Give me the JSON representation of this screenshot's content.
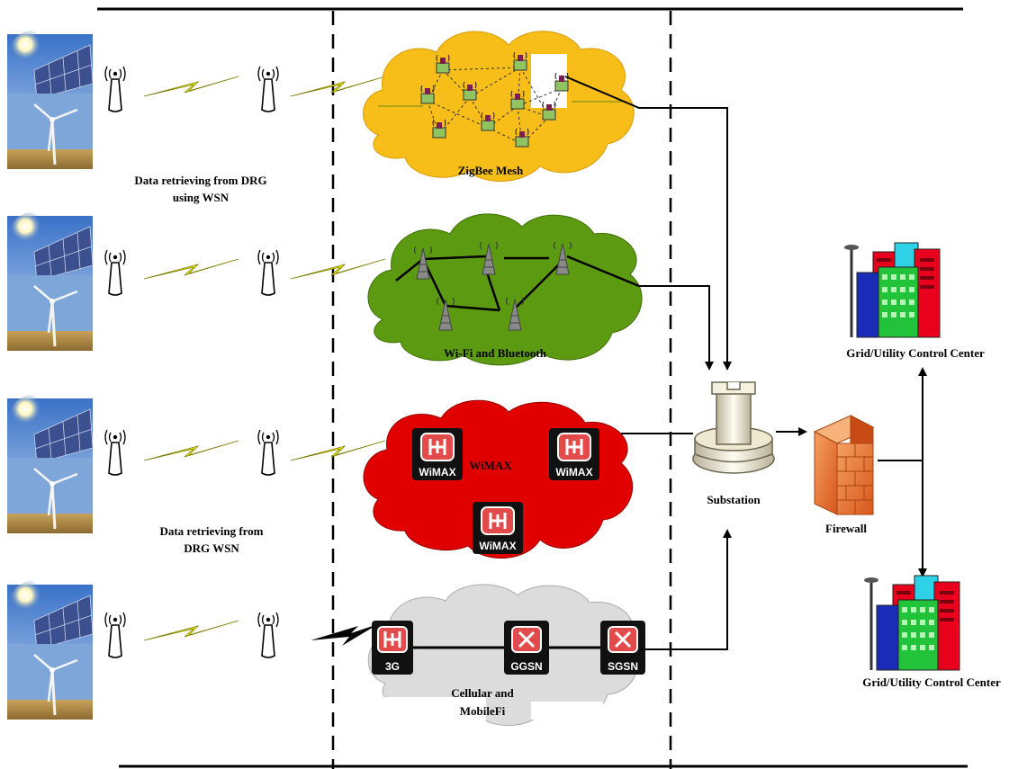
{
  "labels": {
    "zigbee": "ZigBee Mesh",
    "wifi": "Wi-Fi and Bluetooth",
    "wimax": "WiMAX",
    "cellular_line1": "Cellular and",
    "cellular_line2": "MobileFi",
    "substation": "Substation",
    "firewall": "Firewall",
    "control_center_top": "Grid/Utility Control Center",
    "control_center_bottom": "Grid/Utility Control Center",
    "drg_top_line1": "Data retrieving from DRG",
    "drg_top_line2": "using WSN",
    "drg_mid_line1": "Data retrieving from",
    "drg_mid_line2": "DRG WSN"
  },
  "device_tags": {
    "wimax": "WiMAX",
    "g3": "3G",
    "ggsn": "GGSN",
    "sgsn": "SGSN"
  },
  "colors": {
    "zigbee_cloud": "#f7be1a",
    "wifi_cloud": "#5c9a12",
    "wimax_cloud": "#e00000",
    "cellular_cloud": "#dcdcdc",
    "lightning": "#f2f200",
    "device_box": "#111111",
    "device_icon": "#e24b4b",
    "firewall": "#e8783a"
  },
  "icons": [
    "solar-wind-image",
    "antenna-icon",
    "lightning-link-icon",
    "tower-icon",
    "building-icon",
    "firewall-icon",
    "substation-icon"
  ]
}
